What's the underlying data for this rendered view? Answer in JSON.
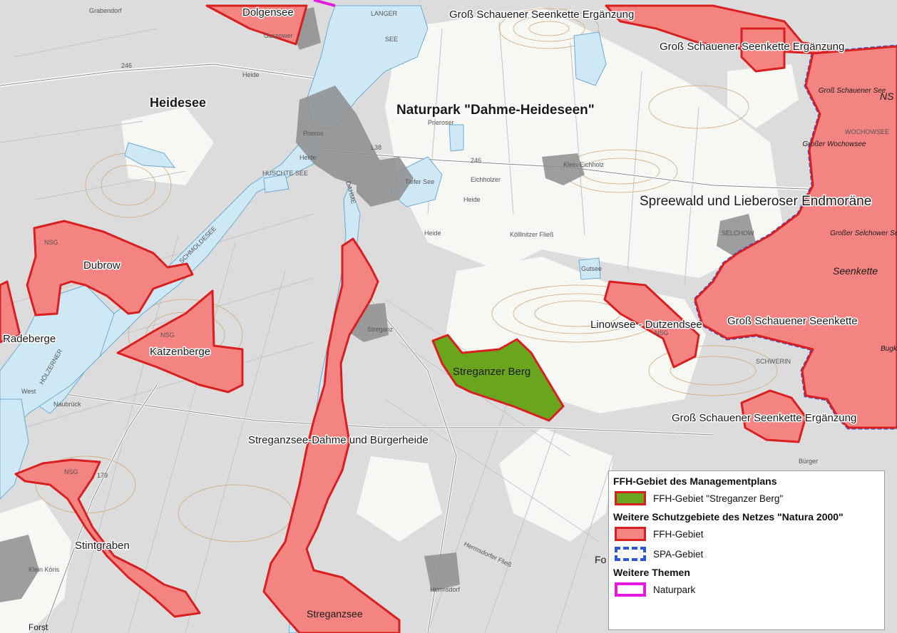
{
  "map": {
    "park_label": "Naturpark \"Dahme-Heideseen\"",
    "spa_label": "Spreewald und Lieberoser Endmoräne",
    "areas": {
      "dolgensee": "Dolgensee",
      "gross_schauener_top": "Groß Schauener Seenkette Ergänzung",
      "gross_schauener_top_right": "Groß Schauener Seenkette Ergänzung",
      "dubrow": "Dubrow",
      "katzenberge": "Katzenberge",
      "radeberge": "Radeberge",
      "streganzer_berg": "Streganzer Berg",
      "linowsee": "Linowsee - Dutzendsee",
      "gross_schauener_seenkette": "Groß Schauener Seenkette",
      "gross_schauener_bottom": "Groß Schauener Seenkette Ergänzung",
      "streganzsee": "Streganzsee-Dahme und Bürgerheide",
      "stintgraben": "Stintgraben"
    },
    "places": {
      "heidesee": "Heidesee",
      "heide1": "Heide",
      "heide2": "Heide",
      "heide3": "Heide",
      "heide4": "Heide",
      "prieros": "Prieros",
      "prieroser": "Prieroser",
      "klein_eichholz": "Klein-Eichholz",
      "eichholzer": "Eichholzer",
      "gussow": "Gussower",
      "grabendorf": "Grabendorf",
      "langer_see": "LANGER",
      "see": "SEE",
      "schmoldesee": "SCHMOLDESEE",
      "hoelzerner_see": "HÖLZERNER",
      "huschte_see": "HUSCHTE SEE",
      "dahme": "DAHME",
      "tiefer_see": "Tiefer See",
      "gutsee": "Gutsee",
      "gross_schauener_see": "Groß Schauener See",
      "grosser_wochowsee": "Großer Wochowsee",
      "grosser_selchower_see": "Großer Selchower See",
      "seenkette": "Seenkette",
      "selchow": "SELCHOW",
      "schwerin": "SCHWERIN",
      "wochowsee": "WOCHOWSEE",
      "kollnitzer_fliess": "Kölllnitzer Fließ",
      "hermsdorfer_fliess": "Hermsdorfer Fließ",
      "hermsdorf": "Hermsdorf",
      "naubruck": "Naubrück",
      "west": "West",
      "klein_koris": "Klein Köris",
      "forst": "Forst",
      "streganz": "Streganz",
      "stregnzsee_bottom": "Streganzsee",
      "nsg1": "NSG",
      "nsg2": "NSG",
      "nsg3": "NSG",
      "nsg4": "NSG",
      "road_246a": "246",
      "road_246b": "246",
      "road_179": "179",
      "road_l38": "L38",
      "fo": "Fo",
      "burger": "Bürger",
      "bugk": "Bugk",
      "ns": "NS"
    }
  },
  "legend": {
    "section1_title": "FFH-Gebiet des Managementplans",
    "item1_label": "FFH-Gebiet \"Streganzer Berg\"",
    "section2_title": "Weitere Schutzgebiete des Netzes \"Natura 2000\"",
    "item2_label": "FFH-Gebiet",
    "item3_label": "SPA-Gebiet",
    "section3_title": "Weitere Themen",
    "item4_label": "Naturpark"
  },
  "colors": {
    "ffh_fill": "#f48481",
    "ffh_border": "#d91f1f",
    "plan_fill": "#6aa51e",
    "spa_border": "#2a57d6",
    "park_border": "#e61adf",
    "water": "#cfe8f6",
    "settlement": "#8c8c8c",
    "forest": "#d9d9d9"
  }
}
